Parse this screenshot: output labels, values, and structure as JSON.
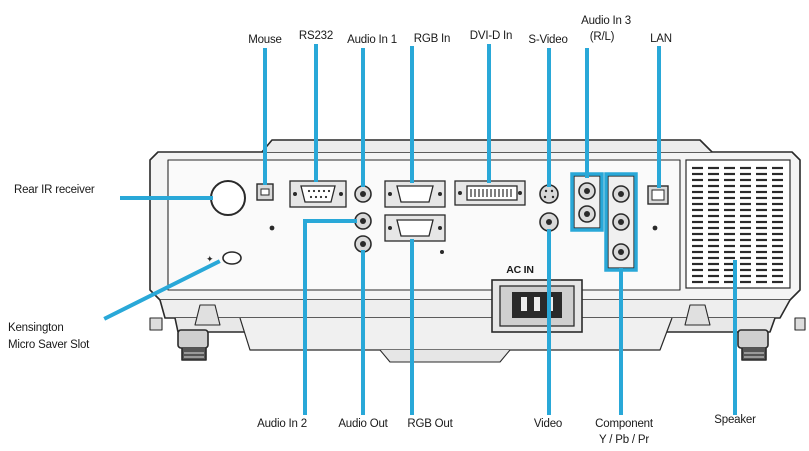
{
  "labels": {
    "mouse": "Mouse",
    "rs232": "RS232",
    "audio_in_1": "Audio In 1",
    "rgb_in": "RGB In",
    "dvi_d_in": "DVI-D In",
    "s_video": "S-Video",
    "audio_in_3_l1": "Audio In 3",
    "audio_in_3_l2": "(R/L)",
    "lan": "LAN",
    "rear_ir_receiver": "Rear IR receiver",
    "kensington_l1": "Kensington",
    "kensington_l2": "Micro Saver Slot",
    "audio_in_2": "Audio In 2",
    "audio_out": "Audio Out",
    "rgb_out": "RGB Out",
    "video": "Video",
    "component_l1": "Component",
    "component_l2": "Y / Pb / Pr",
    "speaker": "Speaker",
    "ac_in": "AC IN"
  },
  "colors": {
    "callout": "#29a8d8",
    "outline": "#2a2a2a",
    "body": "#f4f4f4",
    "port": "#d9d9d9"
  }
}
